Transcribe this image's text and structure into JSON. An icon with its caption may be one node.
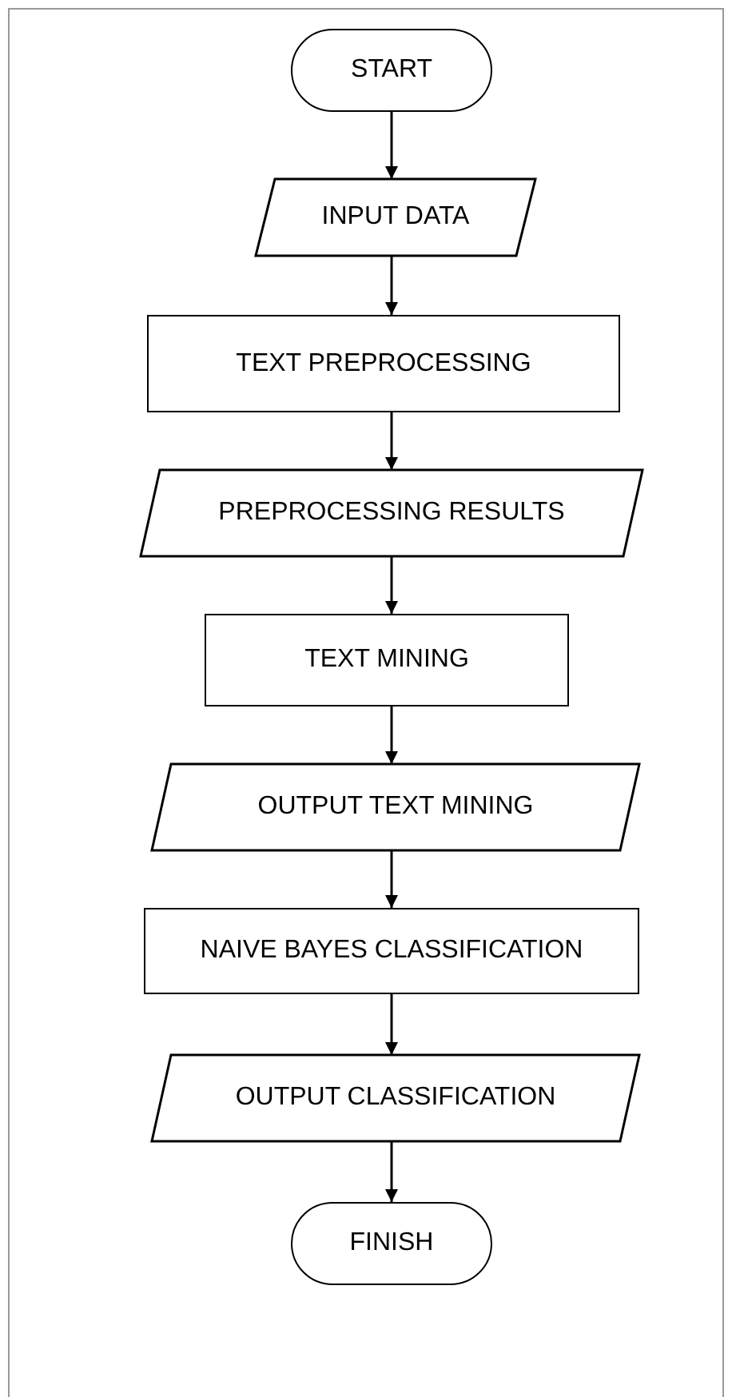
{
  "diagram": {
    "nodes": [
      {
        "text": [
          "START"
        ]
      },
      {
        "text": [
          "INPUT DATA"
        ]
      },
      {
        "text": [
          "TEXT PREPROCESSING"
        ]
      },
      {
        "text": [
          "PREPROCESSING RESULTS"
        ]
      },
      {
        "text": [
          "TEXT MINING"
        ]
      },
      {
        "text": [
          "OUTPUT TEXT MINING"
        ]
      },
      {
        "text": [
          "NAIVE BAYES CLASSIFICATION"
        ]
      },
      {
        "text": [
          "OUTPUT CLASSIFICATION"
        ]
      },
      {
        "text": [
          "FINISH"
        ]
      }
    ],
    "edges": [
      {
        "from": 0,
        "to": 1,
        "arrow": "to"
      },
      {
        "from": 1,
        "to": 2,
        "arrow": "to"
      },
      {
        "from": 2,
        "to": 3,
        "arrow": "to"
      },
      {
        "from": 3,
        "to": 4,
        "arrow": "to"
      },
      {
        "from": 4,
        "to": 5,
        "arrow": "to"
      },
      {
        "from": 5,
        "to": 6,
        "arrow": "to"
      },
      {
        "from": 6,
        "to": 7,
        "arrow": "to"
      },
      {
        "from": 7,
        "to": 8,
        "arrow": "to"
      }
    ]
  }
}
